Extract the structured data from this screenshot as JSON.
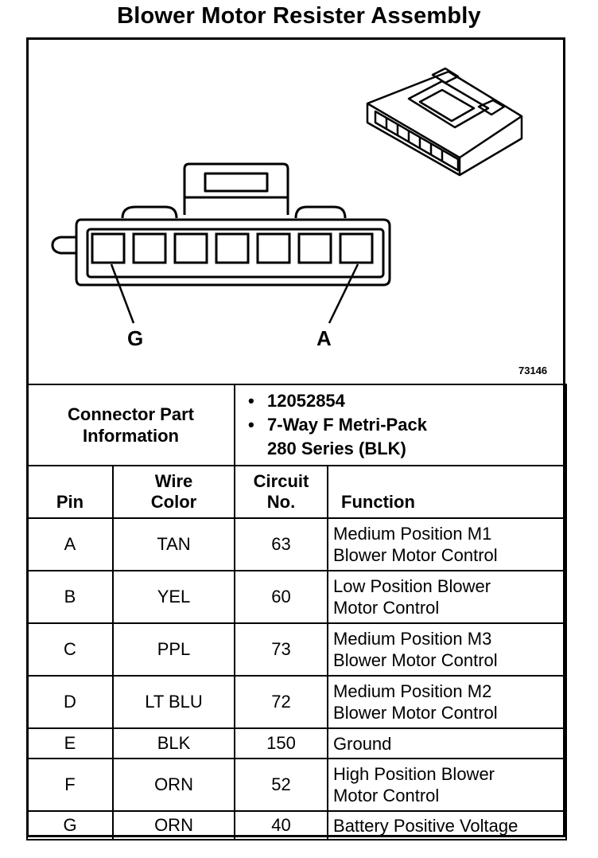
{
  "title": "Blower Motor Resister Assembly",
  "diagram": {
    "callout_left": "G",
    "callout_right": "A",
    "figure_code": "73146"
  },
  "connector_info": {
    "label_line1": "Connector Part",
    "label_line2": "Information",
    "bullet": "•",
    "part_number": "12052854",
    "type_line1": "7-Way F Metri-Pack",
    "type_line2": "280 Series (BLK)"
  },
  "table": {
    "headers": {
      "pin": "Pin",
      "wire_color_line1": "Wire",
      "wire_color_line2": "Color",
      "circuit_line1": "Circuit",
      "circuit_line2": "No.",
      "function": "Function"
    },
    "rows": [
      {
        "pin": "A",
        "color": "TAN",
        "circuit": "63",
        "function_line1": "Medium Position M1",
        "function_line2": "Blower Motor Control"
      },
      {
        "pin": "B",
        "color": "YEL",
        "circuit": "60",
        "function_line1": "Low Position Blower",
        "function_line2": "Motor Control"
      },
      {
        "pin": "C",
        "color": "PPL",
        "circuit": "73",
        "function_line1": "Medium Position M3",
        "function_line2": "Blower Motor Control"
      },
      {
        "pin": "D",
        "color": "LT BLU",
        "circuit": "72",
        "function_line1": "Medium Position M2",
        "function_line2": "Blower Motor Control"
      },
      {
        "pin": "E",
        "color": "BLK",
        "circuit": "150",
        "function_line1": "Ground",
        "function_line2": ""
      },
      {
        "pin": "F",
        "color": "ORN",
        "circuit": "52",
        "function_line1": "High Position Blower",
        "function_line2": "Motor Control"
      },
      {
        "pin": "G",
        "color": "ORN",
        "circuit": "40",
        "function_line1": "Battery Positive Voltage",
        "function_line2": ""
      }
    ]
  }
}
